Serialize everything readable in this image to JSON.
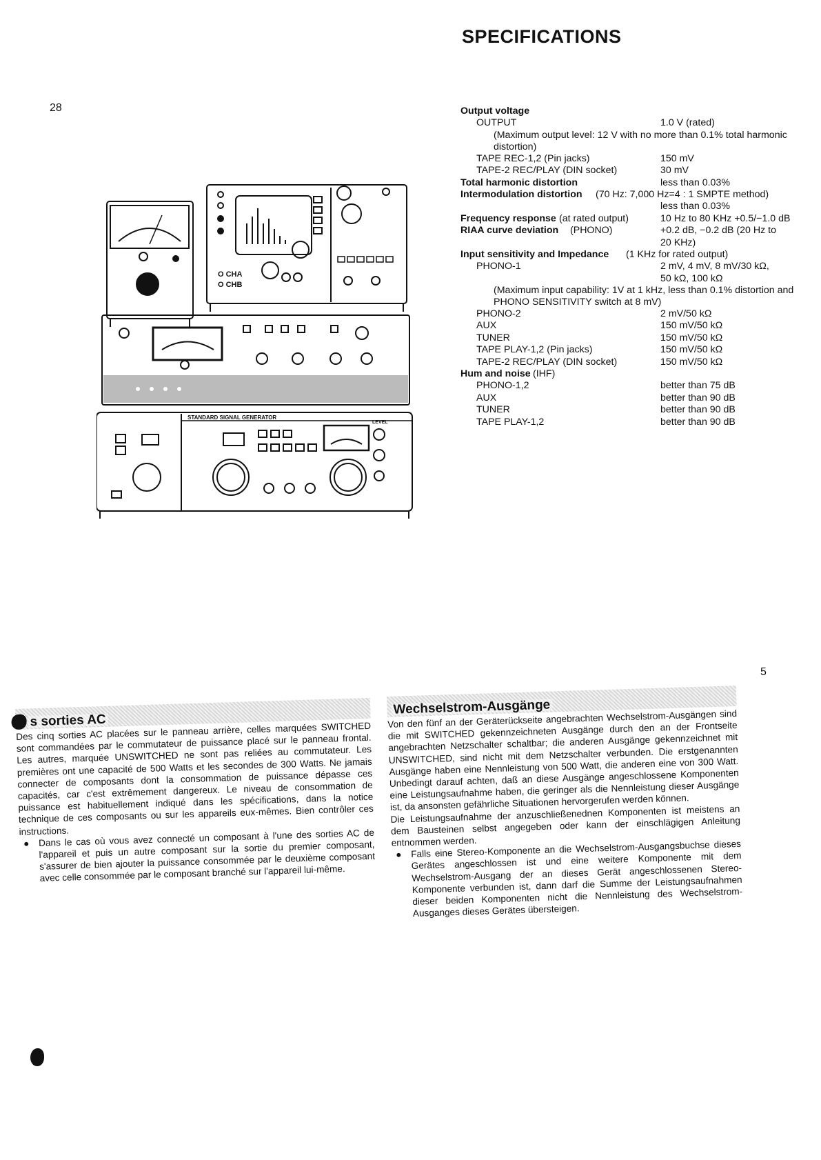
{
  "header": {
    "title": "SPECIFICATIONS",
    "page_number_top": "28",
    "page_number_bottom": "5"
  },
  "specs": {
    "output_voltage": {
      "heading": "Output voltage",
      "output_label": "OUTPUT",
      "output_value": "1.0 V (rated)",
      "output_note": "(Maximum output level: 12 V with no more than 0.1% total harmonic distortion)",
      "tape_rec_label": "TAPE REC-1,2 (Pin jacks)",
      "tape_rec_value": "150 mV",
      "tape2_label": "TAPE-2 REC/PLAY (DIN socket)",
      "tape2_value": "30 mV"
    },
    "thd": {
      "label": "Total harmonic distortion",
      "value": "less than 0.03%"
    },
    "imd": {
      "label": "Intermodulation distortion",
      "cond": "(70 Hz: 7,000 Hz=4 : 1 SMPTE method)",
      "value": "less than 0.03%"
    },
    "freq": {
      "label": "Frequency response",
      "cond": "(at rated output)",
      "value": "10 Hz to 80 KHz +0.5/−1.0 dB"
    },
    "riaa": {
      "label": "RIAA curve deviation",
      "cond": "(PHONO)",
      "value": "+0.2 dB, −0.2 dB (20 Hz to",
      "value2": "20 KHz)"
    },
    "input": {
      "heading": "Input sensitivity and Impedance",
      "cond": "(1 KHz for rated output)",
      "phono1_label": "PHONO-1",
      "phono1_value": "2 mV, 4 mV, 8 mV/30 kΩ,",
      "phono1_value2": "50 kΩ, 100 kΩ",
      "phono1_note": "(Maximum input capability: 1V at 1 kHz, less than 0.1% distortion and PHONO SENSITIVITY switch at 8 mV)",
      "rows": [
        {
          "label": "PHONO-2",
          "value": "2 mV/50 kΩ"
        },
        {
          "label": "AUX",
          "value": "150 mV/50 kΩ"
        },
        {
          "label": "TUNER",
          "value": "150 mV/50 kΩ"
        },
        {
          "label": "TAPE PLAY-1,2 (Pin jacks)",
          "value": "150 mV/50 kΩ"
        },
        {
          "label": "TAPE-2 REC/PLAY (DIN socket)",
          "value": "150 mV/50 kΩ"
        }
      ]
    },
    "hum": {
      "heading": "Hum and noise",
      "cond": "(IHF)",
      "rows": [
        {
          "label": "PHONO-1,2",
          "value": "better than 75 dB"
        },
        {
          "label": "AUX",
          "value": "better than 90 dB"
        },
        {
          "label": "TUNER",
          "value": "better than 90 dB"
        },
        {
          "label": "TAPE PLAY-1,2",
          "value": "better than 90 dB"
        }
      ]
    }
  },
  "equipment": {
    "cha": "O CHA",
    "chb": "O CHB",
    "generator": "STANDARD SIGNAL GENERATOR",
    "level": "LEVEL"
  },
  "french": {
    "title": "s sorties AC",
    "body": "Des cinq sorties AC placées sur le panneau arrière, celles marquées SWITCHED sont commandées par le commutateur de puissance placé sur le panneau frontal. Les autres, marquée UNSWITCHED ne sont pas reliées au commutateur. Les premières ont une capacité de 500 Watts et les secondes de 300 Watts. Ne jamais connecter de composants dont la consommation de puissance dépasse ces capacités, car c'est extrêmement dangereux. Le niveau de consommation de puissance est habituellement indiqué dans les spécifications, dans la notice technique de ces composants ou sur les appareils eux-mêmes. Bien contrôler ces instructions.",
    "bullet": "Dans le cas où vous avez connecté un composant à l'une des sorties AC de l'appareil et puis un autre composant sur la sortie du premier composant, s'assurer de bien ajouter la puissance consommée par le deuxième composant avec celle consommée par le composant branché sur l'appareil lui-même."
  },
  "german": {
    "title": "Wechselstrom-Ausgänge",
    "body": "Von den fünf an der Geräterückseite angebrachten Wechselstrom-Ausgängen sind die mit SWITCHED gekennzeichneten Ausgänge durch den an der Frontseite angebrachten Netzschalter schaltbar; die anderen Ausgänge gekennzeichnet mit UNSWITCHED, sind nicht mit dem Netzschalter verbunden. Die erstgenannten Ausgänge haben eine Nennleistung von 500 Watt, die anderen eine von 300 Watt. Unbedingt darauf achten, daß an diese Ausgänge angeschlossene Komponenten eine Leistungsaufnahme haben, die geringer als die Nennleistung dieser Ausgänge ist, da ansonsten gefährliche Situationen hervorgerufen werden können.",
    "body2": "Die Leistungsaufnahme der anzuschließenednen Komponenten ist meistens an dem Bausteinen selbst angegeben oder kann der einschlägigen Anleitung entnommen werden.",
    "bullet": "Falls eine Stereo-Komponente an die Wechselstrom-Ausgangsbuchse dieses Gerätes angeschlossen ist und eine weitere Komponente mit dem Wechselstrom-Ausgang der an dieses Gerät angeschlossenen Stereo-Komponente verbunden ist, dann darf die Summe der Leistungsaufnahmen dieser beiden Komponenten nicht die Nennleistung des Wechselstrom-Ausganges dieses Gerätes übersteigen."
  }
}
